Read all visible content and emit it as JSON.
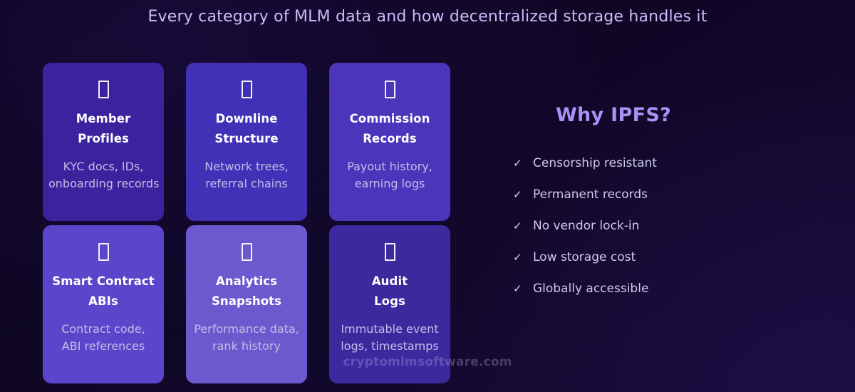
{
  "page": {
    "title": "Every category of MLM data and how decentralized storage handles it",
    "watermark": "cryptomlmsoftware.com",
    "background_start": "#0b0520",
    "background_end": "#150a33",
    "title_color": "#c9bcf7"
  },
  "cards": [
    {
      "icon": "missing-glyph-box-icon",
      "title_line1": "Member",
      "title_line2": "Profiles",
      "desc_line1": "KYC docs, IDs,",
      "desc_line2": "onboarding records",
      "color": "#3b239e"
    },
    {
      "icon": "missing-glyph-box-icon",
      "title_line1": "Downline",
      "title_line2": "Structure",
      "desc_line1": "Network trees,",
      "desc_line2": "referral chains",
      "color": "#4231b6"
    },
    {
      "icon": "missing-glyph-box-icon",
      "title_line1": "Commission",
      "title_line2": "Records",
      "desc_line1": "Payout history,",
      "desc_line2": "earning logs",
      "color": "#4b35bb"
    },
    {
      "icon": "missing-glyph-box-icon",
      "title_line1": "Smart Contract",
      "title_line2": "ABIs",
      "desc_line1": "Contract code,",
      "desc_line2": "ABI references",
      "color": "#5a46cb"
    },
    {
      "icon": "missing-glyph-box-icon",
      "title_line1": "Analytics",
      "title_line2": "Snapshots",
      "desc_line1": "Performance data,",
      "desc_line2": "rank history",
      "color": "#6a5acd"
    },
    {
      "icon": "missing-glyph-box-icon",
      "title_line1": "Audit",
      "title_line2": "Logs",
      "desc_line1": "Immutable event",
      "desc_line2": "logs, timestamps",
      "color": "#3a2a9e"
    }
  ],
  "why": {
    "heading": "Why IPFS?",
    "heading_color": "#a593f5",
    "check_glyph": "✓",
    "items": [
      {
        "label": "Censorship resistant"
      },
      {
        "label": "Permanent records"
      },
      {
        "label": "No vendor lock-in"
      },
      {
        "label": "Low storage cost"
      },
      {
        "label": "Globally accessible"
      }
    ]
  }
}
